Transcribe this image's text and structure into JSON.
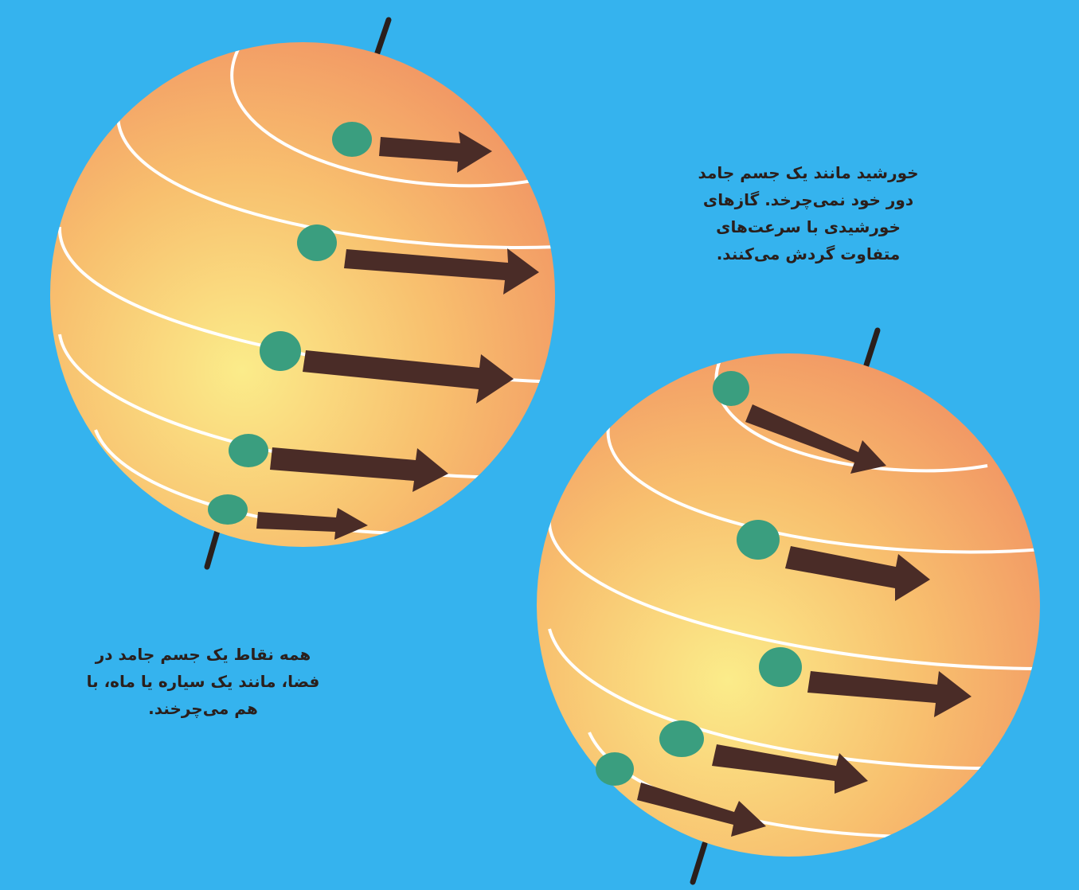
{
  "colors": {
    "background": "#35b3ee",
    "sphere_light": "#fbec8a",
    "sphere_mid": "#f8bf6e",
    "sphere_dark": "#f08e62",
    "latitude_line": "#ffffff",
    "marker": "#3a9e7f",
    "arrow": "#4a2c27",
    "axis": "#2a1f1c"
  },
  "captions": {
    "differential_rotation": [
      "خورشید مانند یک جسم جامد",
      "دور خود نمی‌چرخد. گازهای",
      "خورشیدی با سرعت‌های",
      "متفاوت گردش می‌کنند."
    ],
    "solid_rotation": [
      "همه نقاط یک جسم جامد در",
      "فضا، مانند یک سیاره یا ماه، با",
      "هم می‌چرخند."
    ]
  },
  "icons": {
    "solid_sphere": "sphere-with-equal-arrows",
    "sun_sphere": "sphere-with-varying-arrows"
  }
}
